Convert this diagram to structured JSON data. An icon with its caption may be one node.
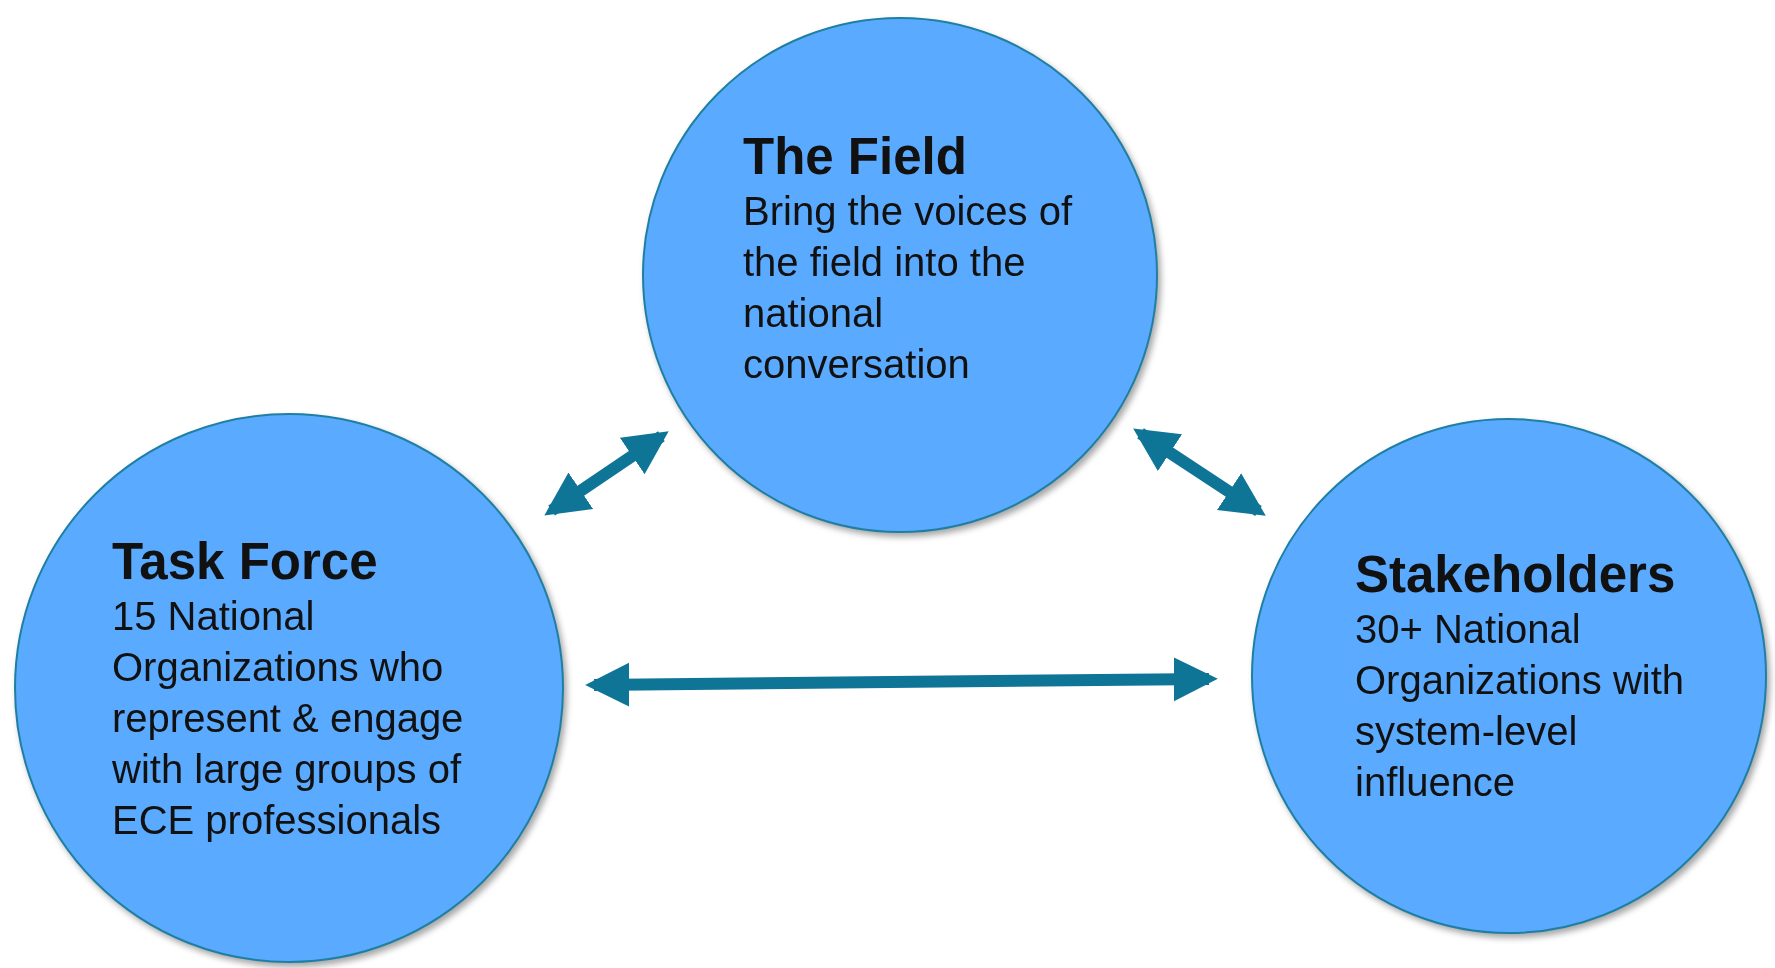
{
  "diagram": {
    "nodes": [
      {
        "text": [
          "The Field",
          "Bring the voices of the field into the national conversation"
        ]
      },
      {
        "text": [
          "Task Force",
          "15 National Organizations who represent & engage with large groups of ECE professionals"
        ]
      },
      {
        "text": [
          "Stakeholders",
          "30+ National Organizations with system-level influence"
        ]
      }
    ],
    "edges": [
      {
        "from": 0,
        "to": 1,
        "arrow": "both"
      },
      {
        "from": 0,
        "to": 2,
        "arrow": "both"
      },
      {
        "from": 1,
        "to": 2,
        "arrow": "both"
      }
    ]
  }
}
